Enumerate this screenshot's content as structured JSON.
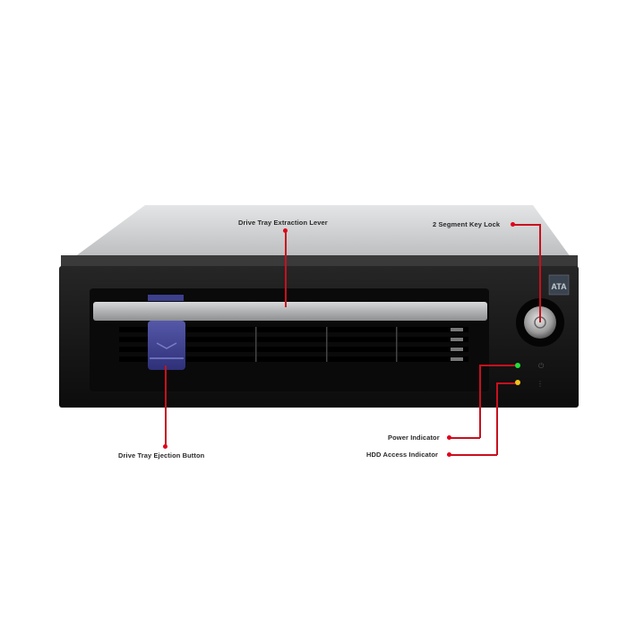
{
  "product": {
    "type": "removable drive bay (mobile rack)",
    "badge": "ATA",
    "colors": {
      "chassis_top": "#cfd0d2",
      "front_panel": "#161616",
      "tray_lever": "#b9bbbd",
      "eject_button": "#3c3f8c",
      "power_led": "#22e03a",
      "hdd_led": "#f2c21c",
      "callout_line": "#c8101e",
      "callout_dot": "#e0001a"
    }
  },
  "callouts": {
    "extraction_lever": "Drive Tray Extraction Lever",
    "key_lock": "2 Segment Key Lock",
    "power_indicator": "Power Indicator",
    "hdd_indicator": "HDD Access Indicator",
    "eject_button": "Drive Tray Ejection Button"
  }
}
